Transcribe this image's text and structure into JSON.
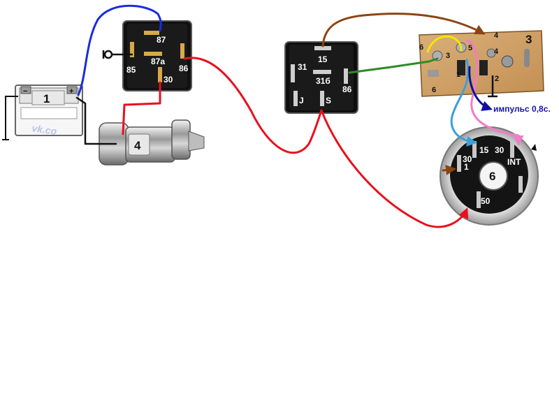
{
  "components": {
    "battery": {
      "number": "1",
      "minus_sign": "−",
      "plus_sign": "+"
    },
    "relay_main": {
      "pins": {
        "p87": "87",
        "p87a": "87a",
        "p85": "85",
        "p86": "86",
        "p30": "30"
      }
    },
    "starter": {
      "number": "4"
    },
    "relay_second": {
      "pins": {
        "p15": "15",
        "p31": "31",
        "p31b": "31б",
        "p86": "86",
        "pJ": "J",
        "pS": "S"
      }
    },
    "timer_board": {
      "number": "3",
      "pins": {
        "p6_top": "6",
        "p3_left": "3",
        "p5": "5",
        "p4_top": "4",
        "p4_mid": "4",
        "p1": "1",
        "p2": "2",
        "p6_bottom": "6"
      },
      "impulse_label": "импульс 0,8с."
    },
    "ignition_switch": {
      "number": "6",
      "pins": {
        "p15": "15",
        "p30": "30",
        "p30_1_top": "30",
        "p30_1_bottom": "1",
        "pINT": "INT",
        "p50": "50"
      }
    }
  },
  "wire_colors": {
    "red": "#e8101e",
    "blue": "#1a2cdc",
    "brown": "#8b4513",
    "green": "#2e8b22",
    "yellow": "#f2e600",
    "pink": "#f07cc8",
    "lightblue": "#3aa0d8",
    "darkblue": "#1010a0",
    "black": "#111111"
  },
  "watermark": "vk.co"
}
